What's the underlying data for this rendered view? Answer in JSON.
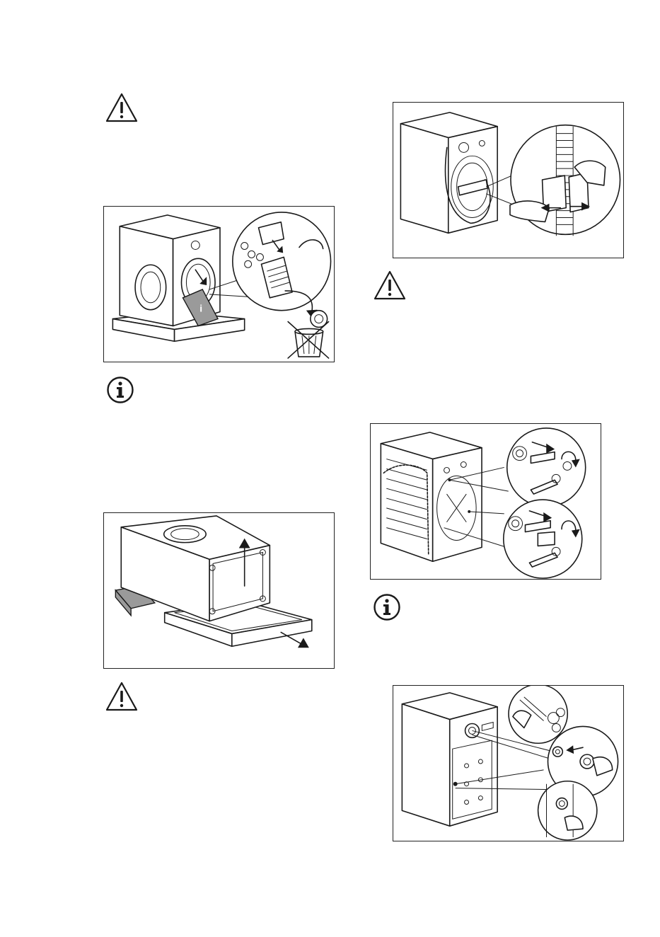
{
  "page": {
    "background": "#ffffff",
    "line_color": "#1a1a1a"
  },
  "icons": {
    "warning": "warning-triangle-icon",
    "info": "info-circle-icon"
  },
  "figures": {
    "unpack_accessories": "washing-machine-with-bag-of-accessories-and-recycle-bin",
    "remove_base": "machine-lifted-off-packaging-base",
    "release_hose": "hose-clip-removal-detail",
    "remove_bolts": "transit-bolt-removal-with-spanner",
    "fit_caps": "plastic-caps-fitted-in-bolt-holes"
  }
}
